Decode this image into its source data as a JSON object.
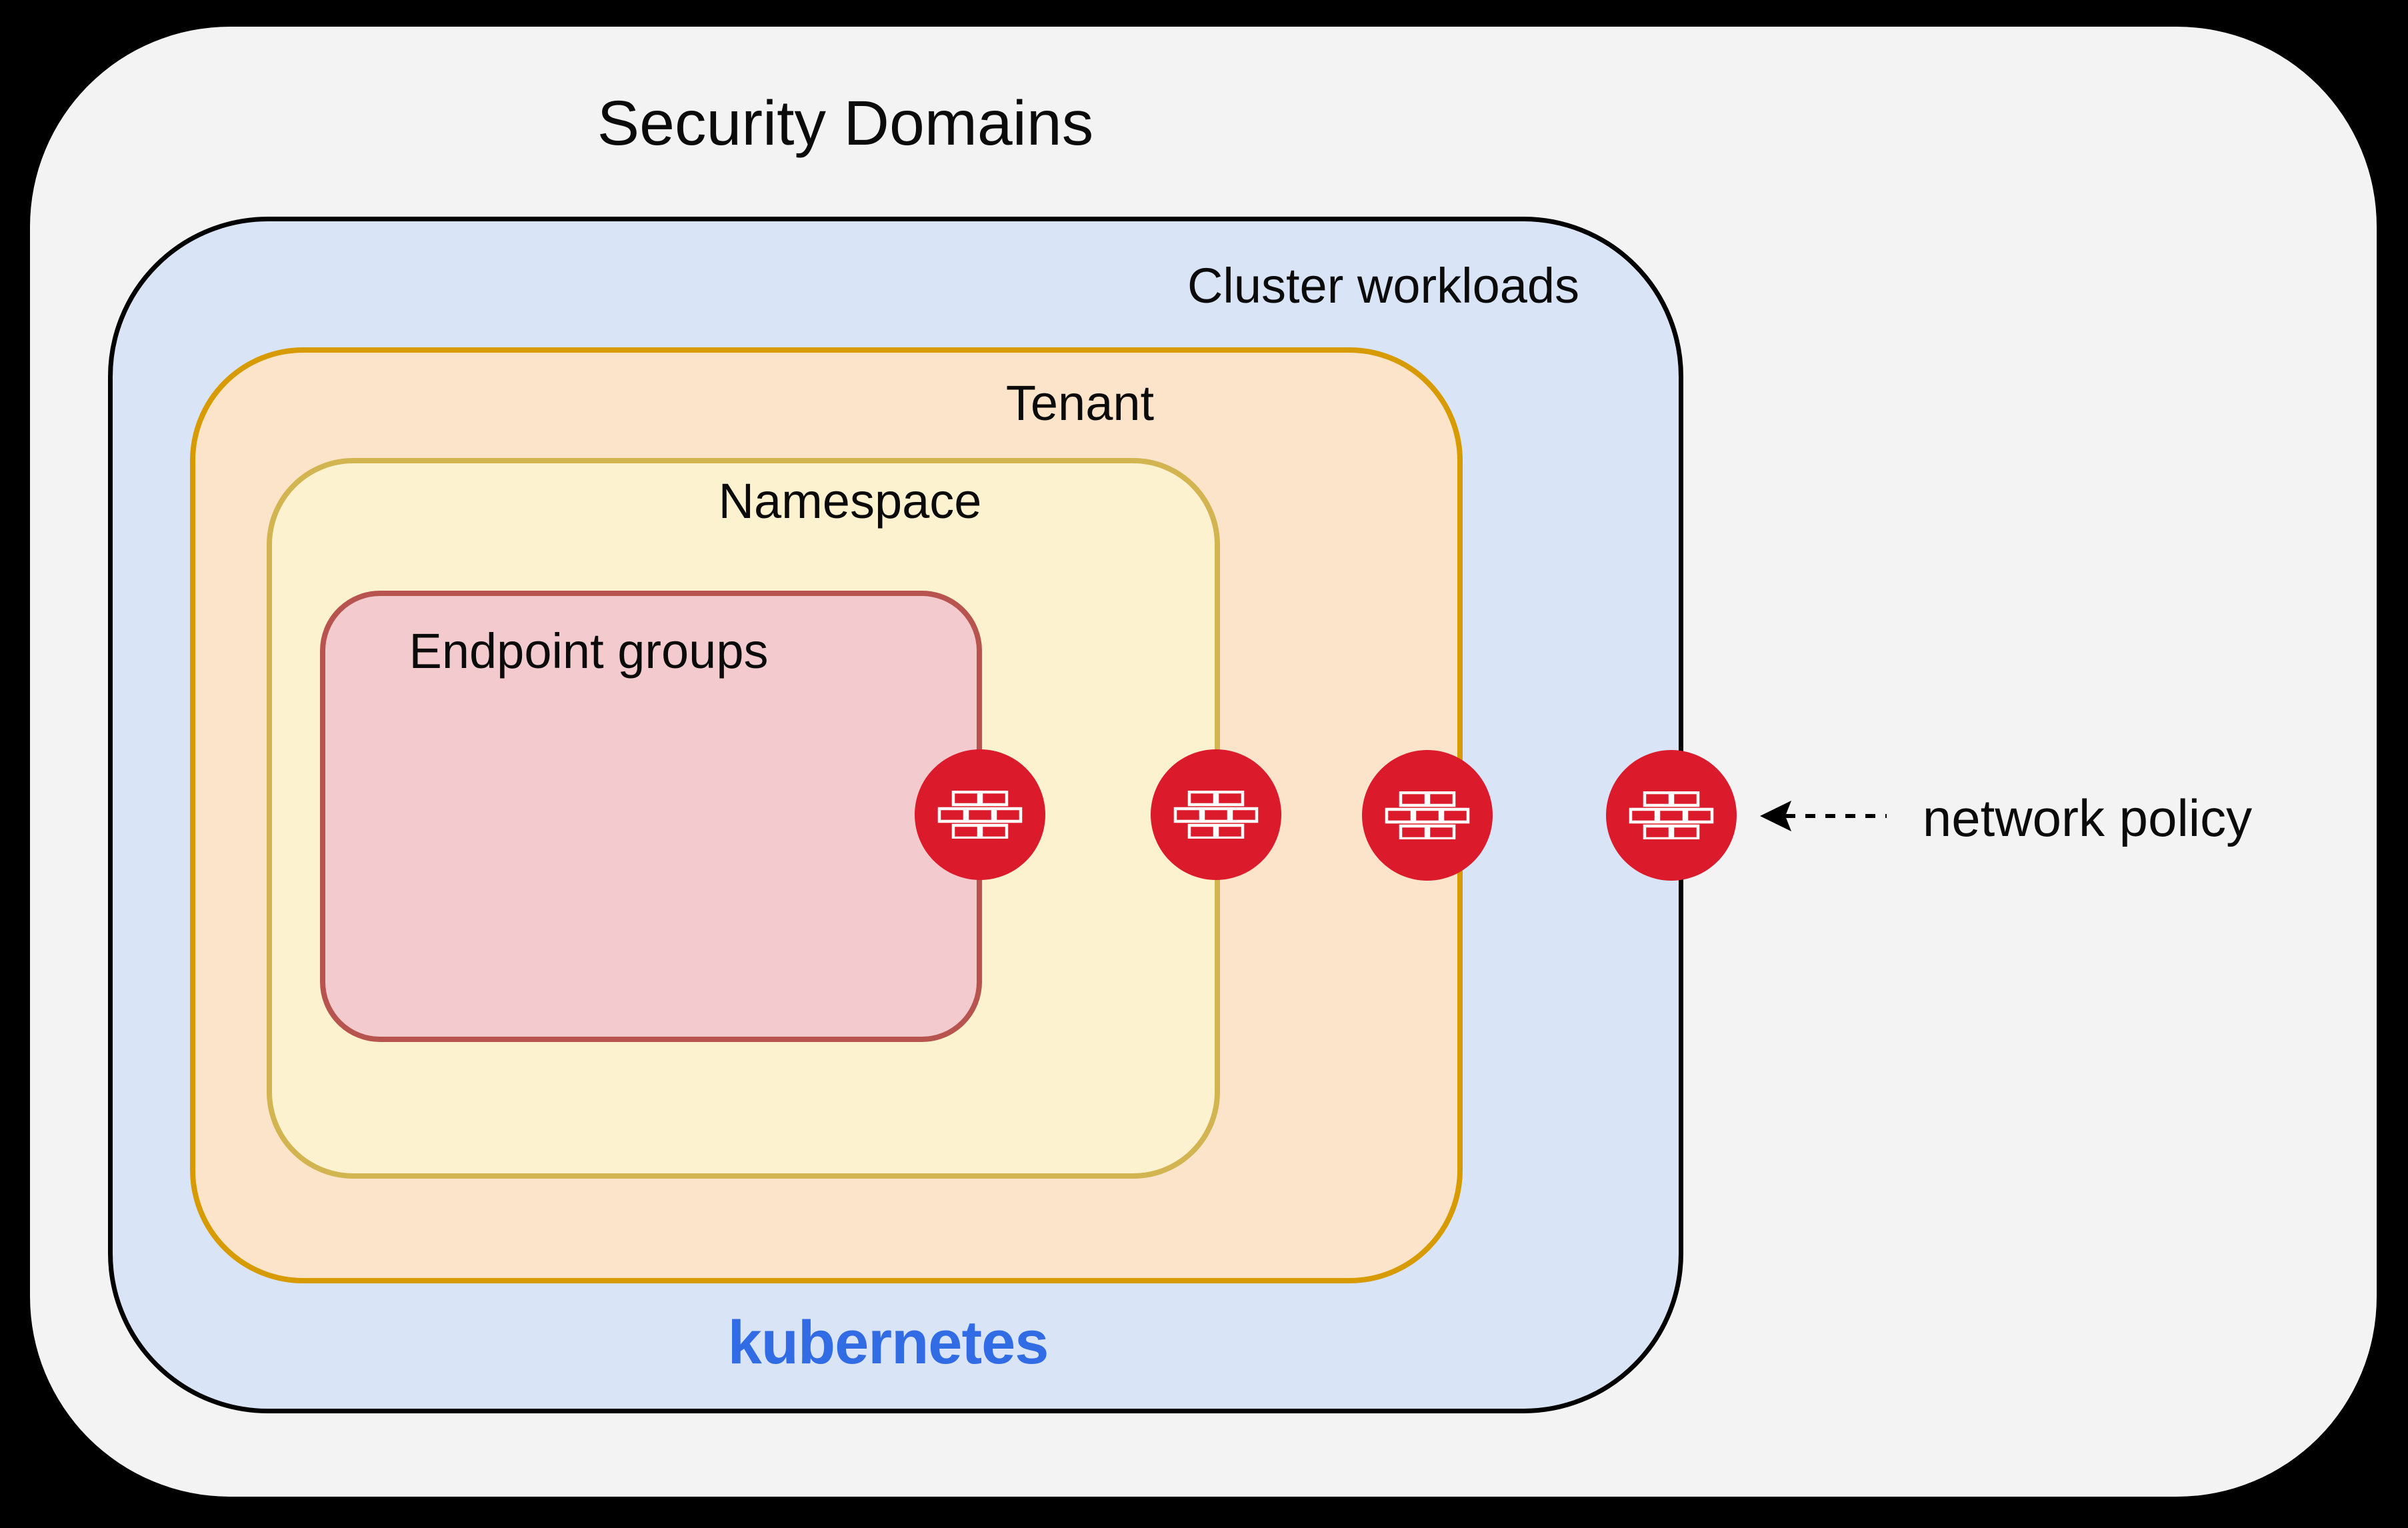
{
  "page": {
    "background_color": "#000000",
    "canvas_color": "#F3F3F3"
  },
  "title": "Security Domains",
  "domains": {
    "cluster": {
      "label": "Cluster workloads",
      "fill": "#D9E4F6",
      "border_color": "#000000",
      "brand_label": "kubernetes",
      "brand_color": "#326CE5"
    },
    "tenant": {
      "label": "Tenant",
      "fill": "#FCE4CA",
      "border_color": "#D79B00"
    },
    "namespace": {
      "label": "Namespace",
      "fill": "#FDF2CF",
      "border_color": "#D2B451"
    },
    "endpoint_groups": {
      "label": "Endpoint groups",
      "fill": "#F3CBCE",
      "border_color": "#B85450"
    }
  },
  "firewalls": {
    "count": 4,
    "icon": "firewall-brick-wall",
    "color": "#DB1B2C",
    "placement": "one on each domain boundary"
  },
  "annotation": {
    "label": "network policy",
    "arrow_style": "dashed-left-arrow"
  }
}
